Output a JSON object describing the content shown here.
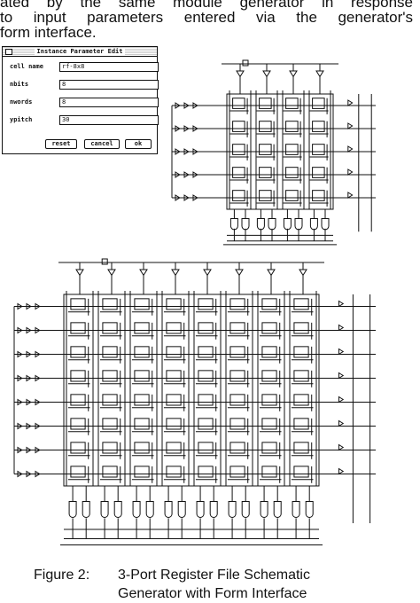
{
  "intro": {
    "line1": "ated by the same module generator in response",
    "line2": "to input parameters entered via the generator's",
    "line3": "form interface."
  },
  "form": {
    "title": "Instance Parameter Edit",
    "fields": [
      {
        "label": "cell name",
        "value": "rf-8x8"
      },
      {
        "label": "nbits",
        "value": "8"
      },
      {
        "label": "nwords",
        "value": "8"
      },
      {
        "label": "ypitch",
        "value": "30"
      }
    ],
    "buttons": {
      "reset": "reset",
      "cancel": "cancel",
      "ok": "ok"
    }
  },
  "caption": {
    "label": "Figure 2:",
    "line1": "3-Port Register File Schematic",
    "line2": "Generator with Form Interface"
  },
  "schematic_small": {
    "cols": 4,
    "rows": 5
  },
  "schematic_large": {
    "cols": 8,
    "rows": 8
  }
}
